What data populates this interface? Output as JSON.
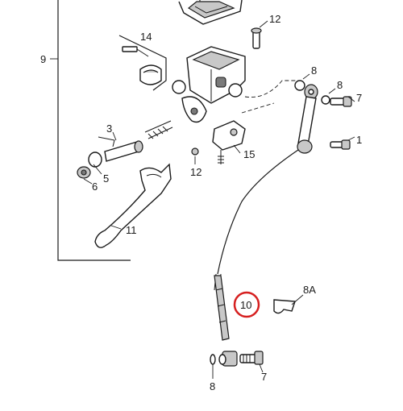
{
  "diagram": {
    "callouts": {
      "c9": "9",
      "c12_top": "12",
      "c14": "14",
      "c8_upper": "8",
      "c8_right": "8",
      "c7_right": "7",
      "c1": "1",
      "c3": "3",
      "c5": "5",
      "c6": "6",
      "c12_mid": "12",
      "c15": "15",
      "c11": "11",
      "c8A": "8A",
      "c10": "10",
      "c8_bottom": "8",
      "c7_bottom": "7"
    },
    "highlight_color": "#d62020",
    "highlighted_callout": "10"
  }
}
